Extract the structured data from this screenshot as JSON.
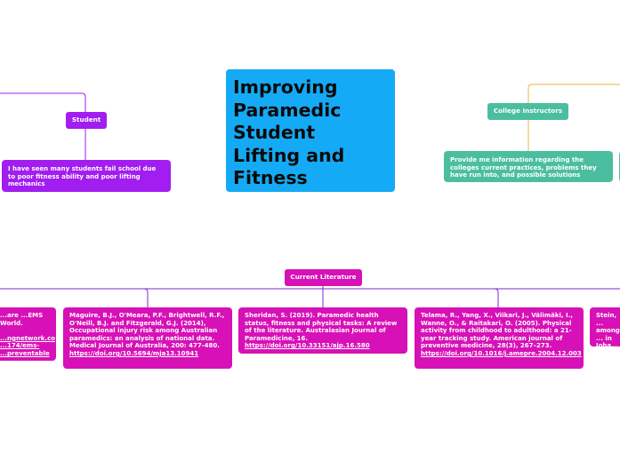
{
  "central": {
    "title": "Improving Paramedic Student Lifting and Fitness"
  },
  "student": {
    "label": "Student",
    "note": "I have seen many students fail school due to poor fitness ability and poor lifting mechanics"
  },
  "instructors": {
    "label": "College Instructors",
    "note": "Provide me information regarding the colleges current practices, problems they have run into, and possible solutions"
  },
  "literature": {
    "label": "Current Literature",
    "refs": [
      {
        "text": "...are ...EMS World.",
        "link": "...ngnetwork.co ...174/ems- ...preventable"
      },
      {
        "text": "Maguire, B.J., O'Meara, P.F., Brightwell, R.F., O'Neill, B.J. and Fitzgerald, G.J. (2014), Occupational injury risk among Australian paramedics: an analysis of national data. Medical Journal of Australia, 200: 477-480.",
        "link": "https://doi.org/10.5694/mja13.10941"
      },
      {
        "text": "Sheridan, S. (2019). Paramedic health status, fitness and physical tasks: A review of the literature. Australasian Journal of Paramedicine, 16.",
        "link": "https://doi.org/10.33151/ajp.16.580"
      },
      {
        "text": "Telama, R., Yang, X., Viikari, J., Välimäki, I., Wanne, O., & Raitakari, O. (2005). Physical activity from childhood to adulthood: a 21-year tracking study. American journal of preventive medicine, 28(3), 267–273.",
        "link": "https://doi.org/10.1016/j.amepre.2004.12.003"
      },
      {
        "text": "Stein, ... among ... in Joha... Journa...",
        "link": ""
      }
    ]
  },
  "colors": {
    "central": "#14aaf5",
    "student": "#a21df0",
    "instructors": "#4cbea0",
    "literature": "#d711b7",
    "instructor_line": "#e9b445"
  }
}
